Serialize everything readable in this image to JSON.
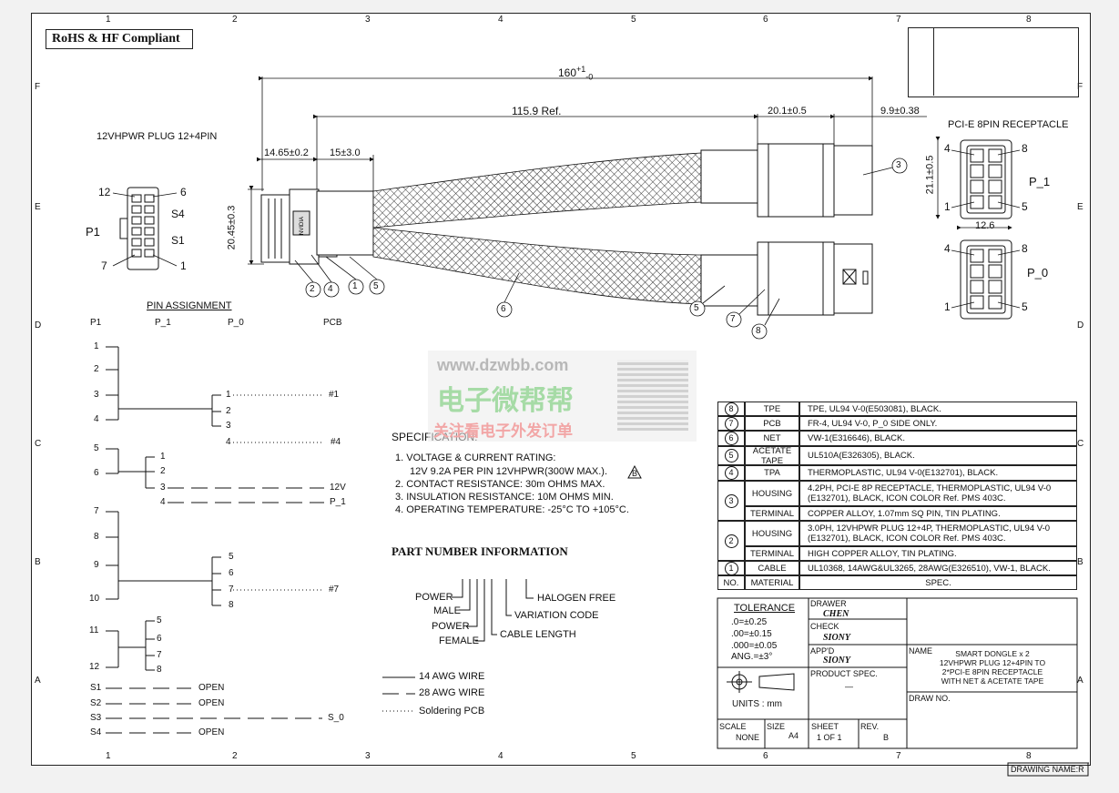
{
  "compliance": "RoHS & HF Compliant",
  "grid": {
    "cols": [
      "1",
      "2",
      "3",
      "4",
      "5",
      "6",
      "7",
      "8"
    ],
    "rows": [
      "F",
      "E",
      "D",
      "C",
      "B",
      "A"
    ]
  },
  "drawing": {
    "plug_title": "12VHPWR PLUG 12+4PIN",
    "receptacle_title": "PCI-E 8PIN RECEPTACLE",
    "dims": {
      "overall": "160",
      "overall_tol_upper": "+1",
      "overall_tol_lower": "-0",
      "ref": "115.9 Ref.",
      "housing_len": "20.1±0.5",
      "tail": "9.9±0.38",
      "plug_len": "14.65±0.2",
      "tape_len": "15±3.0",
      "plug_height": "20.45±0.3",
      "rec_height": "21.1±0.5",
      "rec_width": "12.6"
    },
    "plug_pins": {
      "p12": "12",
      "p6": "6",
      "p7": "7",
      "p1": "1",
      "s4": "S4",
      "s1": "S1",
      "p1_label": "P1"
    },
    "rec_pins": {
      "p4": "4",
      "p8": "8",
      "p1": "1",
      "p5": "5",
      "p1_label": "P_1",
      "p0_label": "P_0"
    },
    "balloons": [
      "1",
      "2",
      "3",
      "4",
      "5",
      "6",
      "7",
      "8"
    ]
  },
  "pin_assignment": {
    "title": "PIN ASSIGNMENT",
    "headers": [
      "P1",
      "P_1",
      "P_0",
      "PCB"
    ],
    "p1_pins": [
      "1",
      "2",
      "3",
      "4",
      "5",
      "6",
      "7",
      "8",
      "9",
      "10",
      "11",
      "12"
    ],
    "branch_a": [
      "1",
      "2",
      "3",
      "4"
    ],
    "branch_b": [
      "1",
      "2",
      "3",
      "4"
    ],
    "branch_c": [
      "5",
      "6",
      "7",
      "8"
    ],
    "branch_d": [
      "5",
      "6",
      "7",
      "8"
    ],
    "pcb_labels": [
      "#1",
      "#4",
      "12V",
      "P_1",
      "#7",
      "S_0"
    ],
    "sense": [
      "S1",
      "S2",
      "S3",
      "S4"
    ],
    "sense_state": "OPEN"
  },
  "specification": {
    "title": "SPECIFICATION:",
    "items": [
      "1. VOLTAGE & CURRENT RATING:",
      "12V 9.2A PER PIN 12VHPWR(300W MAX.).",
      "2. CONTACT RESISTANCE: 30m OHMS MAX.",
      "3. INSULATION RESISTANCE: 10M OHMS MIN.",
      "4. OPERATING TEMPERATURE: -25°C TO +105°C."
    ],
    "warn_mark": "B"
  },
  "part_number": {
    "title": "PART NUMBER INFORMATION",
    "left": [
      "POWER",
      "MALE",
      "POWER",
      "FEMALE"
    ],
    "right": [
      "HALOGEN FREE",
      "VARIATION CODE",
      "CABLE LENGTH"
    ]
  },
  "legend": {
    "items": [
      "14 AWG WIRE",
      "28 AWG WIRE",
      "Soldering PCB"
    ]
  },
  "watermark": {
    "url": "www.dzwbb.com",
    "cn1": "电子微帮帮",
    "cn2": "关注看电子外发订单"
  },
  "bom": {
    "rows": [
      {
        "no": "8",
        "part": "TPE",
        "spec": "TPE, UL94 V-0(E503081), BLACK."
      },
      {
        "no": "7",
        "part": "PCB",
        "spec": "FR-4, UL94 V-0, P_0 SIDE ONLY."
      },
      {
        "no": "6",
        "part": "NET",
        "spec": "VW-1(E316646), BLACK."
      },
      {
        "no": "5",
        "part": "ACETATE TAPE",
        "spec": "UL510A(E326305), BLACK."
      },
      {
        "no": "4",
        "part": "TPA",
        "spec": "THERMOPLASTIC, UL94 V-0(E132701), BLACK."
      },
      {
        "no": "3",
        "part": "HOUSING",
        "spec": "4.2PH, PCI-E 8P RECEPTACLE, THERMOPLASTIC, UL94 V-0 (E132701), BLACK, ICON COLOR Ref. PMS 403C."
      },
      {
        "no": "",
        "part": "TERMINAL",
        "spec": "COPPER ALLOY, 1.07mm SQ PIN, TIN PLATING."
      },
      {
        "no": "2",
        "part": "HOUSING",
        "spec": "3.0PH, 12VHPWR PLUG 12+4P, THERMOPLASTIC, UL94 V-0 (E132701), BLACK, ICON COLOR Ref. PMS 403C."
      },
      {
        "no": "",
        "part": "TERMINAL",
        "spec": "HIGH COPPER ALLOY, TIN PLATING."
      },
      {
        "no": "1",
        "part": "CABLE",
        "spec": "UL10368, 14AWG&UL3265, 28AWG(E326510), VW-1, BLACK."
      }
    ],
    "header": {
      "no": "NO.",
      "material": "MATERIAL",
      "spec": "SPEC."
    }
  },
  "title_block": {
    "tolerance_title": "TOLERANCE",
    "tolerances": [
      ".0=±0.25",
      ".00=±0.15",
      ".000=±0.05",
      "ANG.=±3°"
    ],
    "drawer_label": "DRAWER",
    "drawer": "CHEN",
    "check_label": "CHECK",
    "check": "SIONY",
    "appd_label": "APP'D",
    "appd": "SIONY",
    "product_spec_label": "PRODUCT SPEC.",
    "product_spec": "—",
    "units": "UNITS : mm",
    "name_label": "NAME",
    "name": [
      "SMART DONGLE x 2",
      "12VHPWR PLUG 12+4PIN TO",
      "2*PCI-E 8PIN RECEPTACLE",
      "WITH NET & ACETATE TAPE"
    ],
    "draw_no_label": "DRAW NO.",
    "scale_label": "SCALE",
    "scale": "NONE",
    "size_label": "SIZE",
    "size": "A4",
    "sheet_label": "SHEET",
    "sheet": "1 OF 1",
    "rev_label": "REV.",
    "rev": "B",
    "drawing_name": "DRAWING NAME:R"
  }
}
